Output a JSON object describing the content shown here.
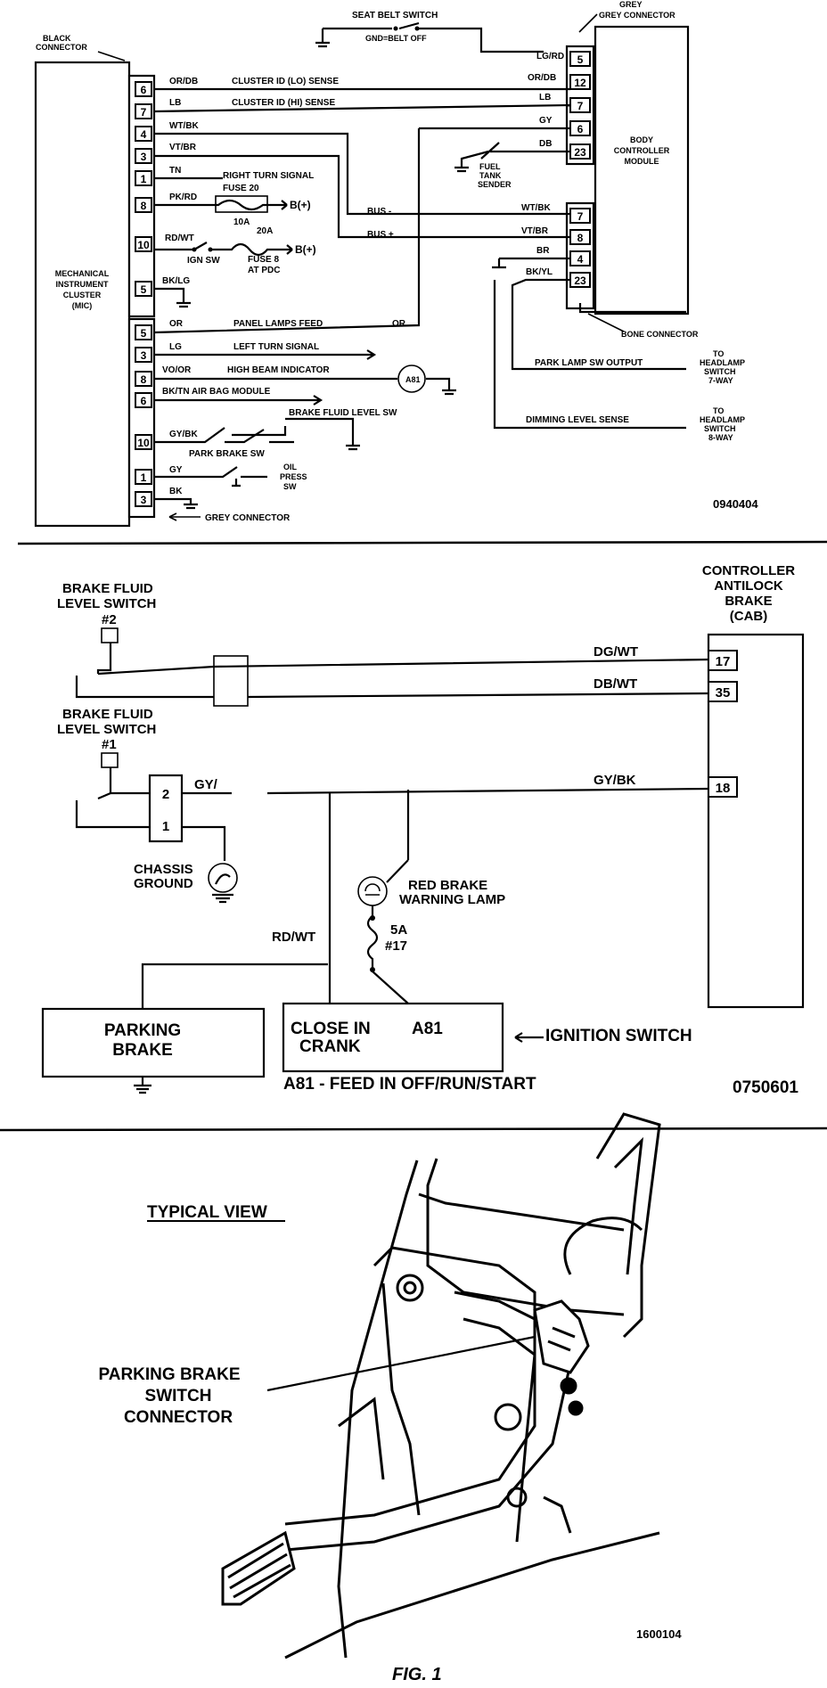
{
  "diagram1": {
    "seat_belt_switch": "SEAT BELT SWITCH",
    "gnd_belt_off": "GND=BELT OFF",
    "black_connector": "BLACK CONNECTOR",
    "grey_connector_top": "GREY CONNECTOR",
    "mic": "MECHANICAL INSTRUMENT CLUSTER (MIC)",
    "bcm": "BODY CONTROLLER MODULE",
    "mic_pins_upper": [
      "6",
      "7",
      "4",
      "3",
      "1",
      "8",
      "10",
      "5"
    ],
    "mic_pins_lower": [
      "5",
      "3",
      "8",
      "6",
      "10",
      "1",
      "3"
    ],
    "bcm_pins_upper": [
      "5",
      "12",
      "7",
      "6",
      "23"
    ],
    "bcm_pins_lower": [
      "7",
      "8",
      "4",
      "23"
    ],
    "wires": {
      "or_db": "OR/DB",
      "lb": "LB",
      "wt_bk": "WT/BK",
      "vt_br": "VT/BR",
      "tn": "TN",
      "pk_rd": "PK/RD",
      "rd_wt": "RD/WT",
      "bk_lg": "BK/LG",
      "or": "OR",
      "lg": "LG",
      "vo_or": "VO/OR",
      "bk_tn": "BK/TN",
      "gy_bk": "GY/BK",
      "gy": "GY",
      "bk": "BK",
      "lg_rd": "LG/RD",
      "db": "DB",
      "br": "BR",
      "bk_yl": "BK/YL"
    },
    "cluster_lo": "CLUSTER ID (LO) SENSE",
    "cluster_hi": "CLUSTER ID (HI) SENSE",
    "right_turn": "RIGHT TURN SIGNAL",
    "fuse20": "FUSE 20",
    "fuse20_amp": "10A",
    "b_plus_1": "B(+)",
    "b_plus_2": "B(+)",
    "ign_sw": "IGN SW",
    "fuse_8": "FUSE 8",
    "fuse_8_amp": "20A",
    "at_pdc": "AT PDC",
    "fuel_tank": "FUEL TANK SENDER",
    "bus_minus": "BUS -",
    "bus_plus": "BUS +",
    "panel_lamps": "PANEL LAMPS FEED",
    "left_turn": "LEFT TURN SIGNAL",
    "high_beam": "HIGH BEAM INDICATOR",
    "air_bag": "BK/TN AIR BAG MODULE",
    "brake_fluid_sw": "BRAKE FLUID LEVEL SW",
    "park_brake_sw": "PARK BRAKE SW",
    "oil_press": "OIL PRESS SW",
    "grey_connector_bottom": "GREY CONNECTOR",
    "bone_connector": "BONE CONNECTOR",
    "park_lamp": "PARK LAMP SW OUTPUT",
    "to_headlamp_7": "TO HEADLAMP SWITCH 7-WAY",
    "dimming": "DIMMING LEVEL SENSE",
    "to_headlamp_8": "TO HEADLAMP SWITCH 8-WAY",
    "code": "0940404"
  },
  "diagram2": {
    "cab": "CONTROLLER ANTILOCK BRAKE (CAB)",
    "bfl2_a": "BRAKE FLUID",
    "bfl2_b": "LEVEL SWITCH",
    "bfl2_c": "#2",
    "bfl1_a": "BRAKE FLUID",
    "bfl1_b": "LEVEL SWITCH",
    "bfl1_c": "#1",
    "dg_wt": "DG/WT",
    "db_wt": "DB/WT",
    "gy_bk": "GY/BK",
    "gy": "GY/",
    "pin17": "17",
    "pin35": "35",
    "pin18": "18",
    "conn2": "2",
    "conn1": "1",
    "chassis": "CHASSIS",
    "ground": "GROUND",
    "red_brake_a": "RED BRAKE",
    "red_brake_b": "WARNING LAMP",
    "fuse_a": "5A",
    "fuse_b": "#17",
    "rd_wt": "RD/WT",
    "parking_a": "PARKING",
    "parking_b": "BRAKE",
    "close_in": "CLOSE IN",
    "a81": "A81",
    "crank": "CRANK",
    "ignition": "IGNITION SWITCH",
    "feed": "A81 - FEED IN OFF/RUN/START",
    "code": "0750601"
  },
  "diagram3": {
    "typical_view": "TYPICAL VIEW",
    "pb_a": "PARKING BRAKE",
    "pb_b": "SWITCH",
    "pb_c": "CONNECTOR",
    "code": "1600104",
    "fig": "FIG. 1"
  }
}
